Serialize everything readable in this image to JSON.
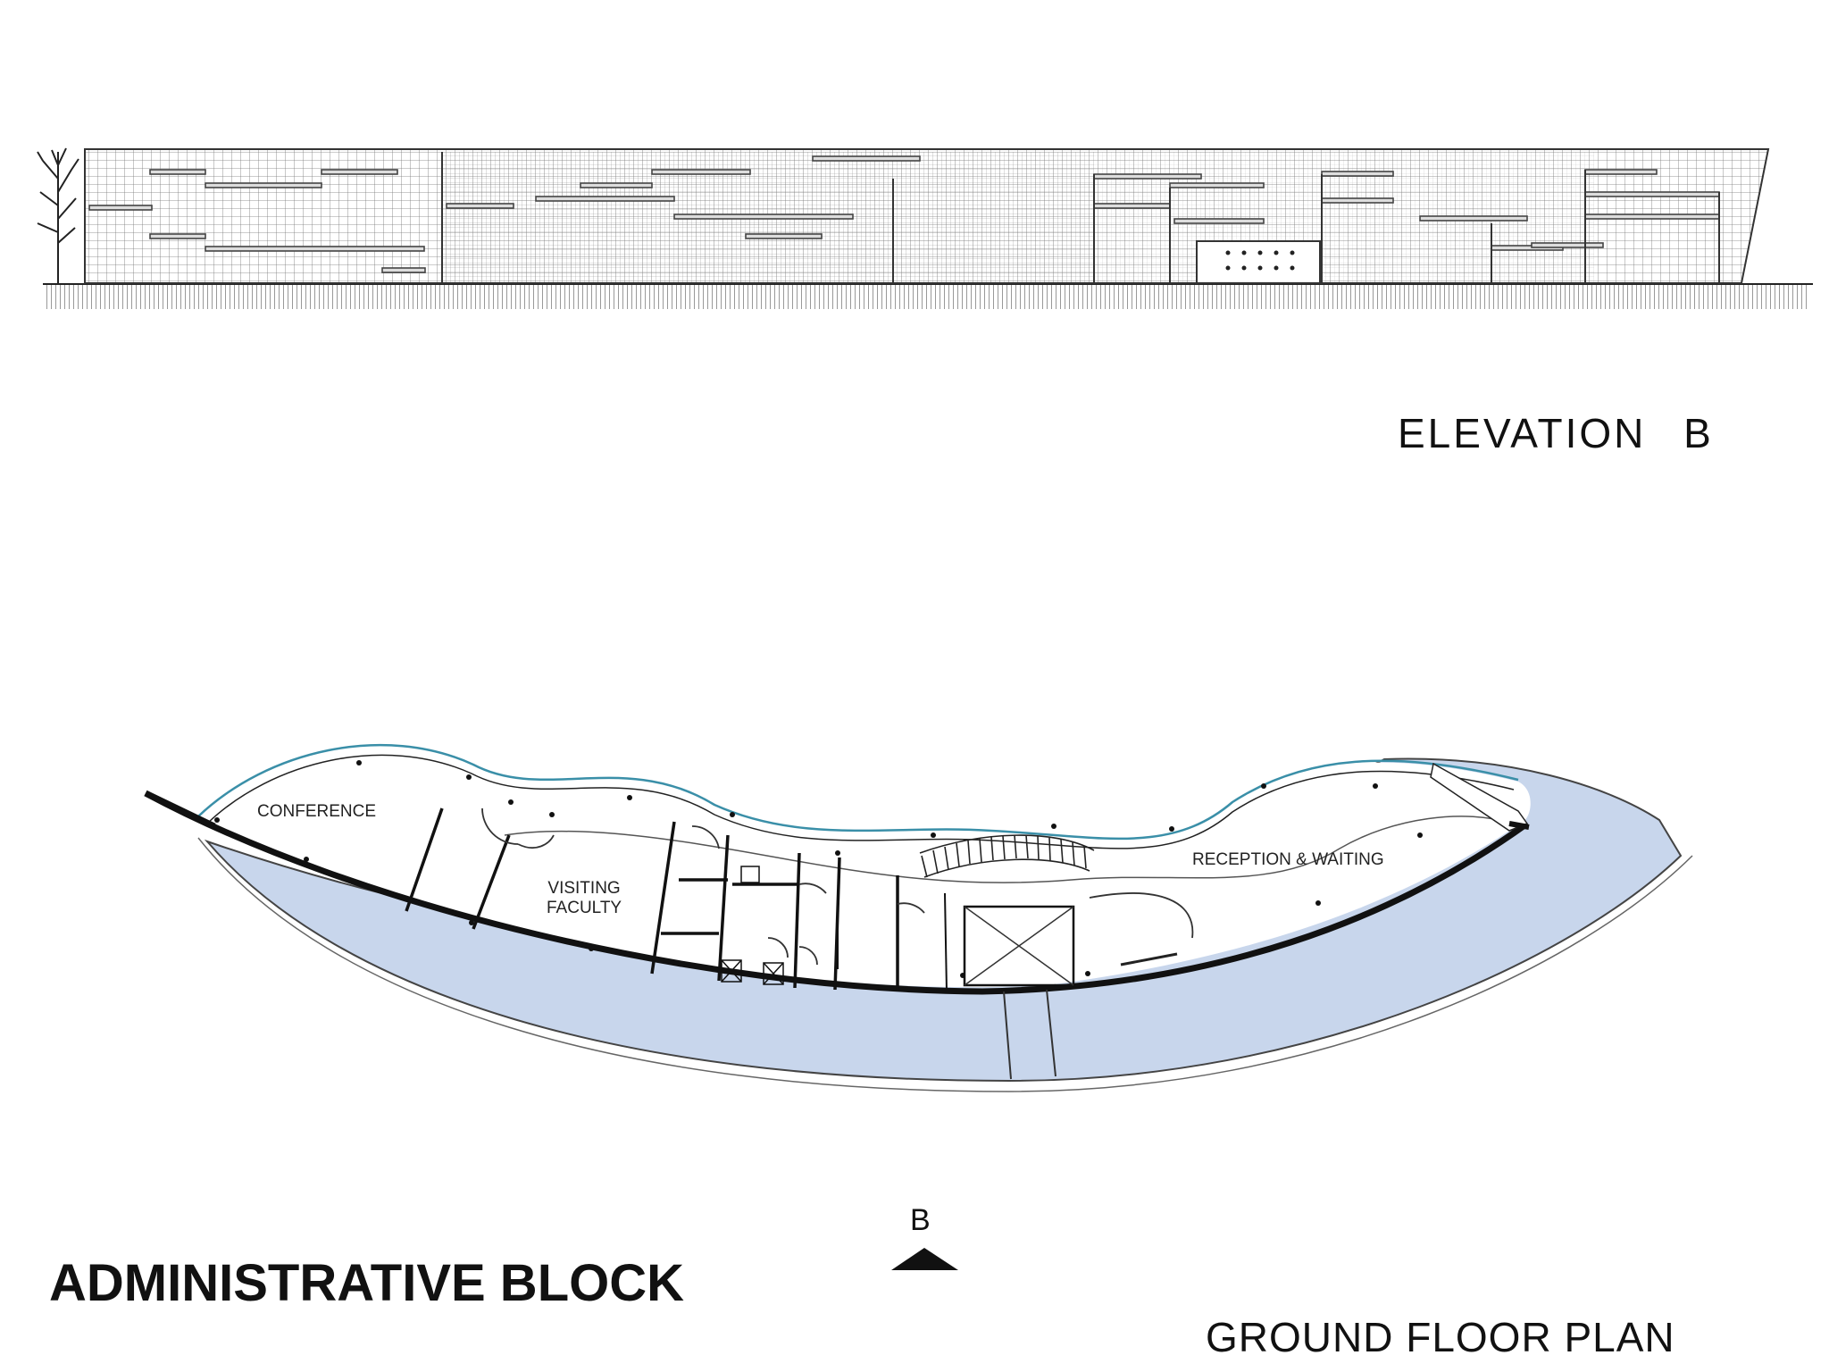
{
  "titles": {
    "elevation": "ELEVATION  B",
    "ground_floor": "GROUND FLOOR PLAN",
    "block": "ADMINISTRATIVE BLOCK",
    "section_marker": "B"
  },
  "rooms": {
    "conference": "CONFERENCE",
    "visiting_line1": "VISITING",
    "visiting_line2": "FACULTY",
    "reception": "RECEPTION & WAITING"
  },
  "colors": {
    "water": "#c8d6ec",
    "line": "#1a1a1a",
    "glazing_edge": "#3a8fa8"
  }
}
